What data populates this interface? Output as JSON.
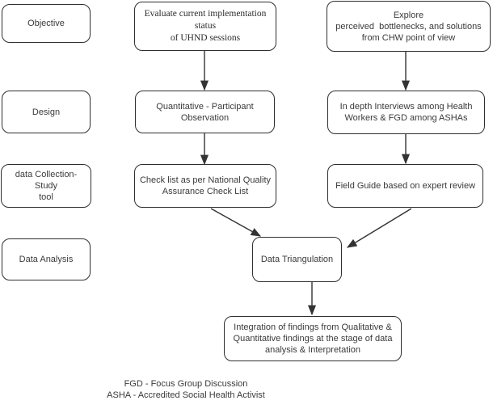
{
  "diagram": {
    "title_implicit": "Study methodology flowchart",
    "row_labels": [
      {
        "id": "objective",
        "label": "Objective"
      },
      {
        "id": "design",
        "label": "Design"
      },
      {
        "id": "data-collection-study-tool",
        "label": "data Collection- Study\ntool"
      },
      {
        "id": "data-analysis",
        "label": "Data Analysis"
      }
    ],
    "quantitative_track": [
      {
        "id": "objective",
        "label": "Evaluate current implementation status\nof UHND sessions"
      },
      {
        "id": "design",
        "label": "Quantitative - Participant\nObservation"
      },
      {
        "id": "study-tool",
        "label": "Check list as per National Quality\nAssurance Check List"
      }
    ],
    "qualitative_track": [
      {
        "id": "objective",
        "label": "Explore\nperceived  bottlenecks, and solutions\nfrom CHW point of view"
      },
      {
        "id": "design",
        "label": "In depth Interviews among Health\nWorkers & FGD among ASHAs"
      },
      {
        "id": "study-tool",
        "label": "Field Guide based on expert review"
      }
    ],
    "convergence": {
      "triangulation_label": "Data Triangulation",
      "integration_label": "Integration of findings from Qualitative &\nQuantitative findings at the stage of data\nanalysis & Interpretation"
    },
    "legend": [
      "FGD - Focus Group Discussion",
      "ASHA - Accredited Social Health Activist"
    ],
    "colors": {
      "box_border": "#2f2f2f",
      "box_background": "#ffffff",
      "text": "#3a3a3a",
      "arrow": "#333333",
      "page_background": "#ffffff"
    }
  }
}
